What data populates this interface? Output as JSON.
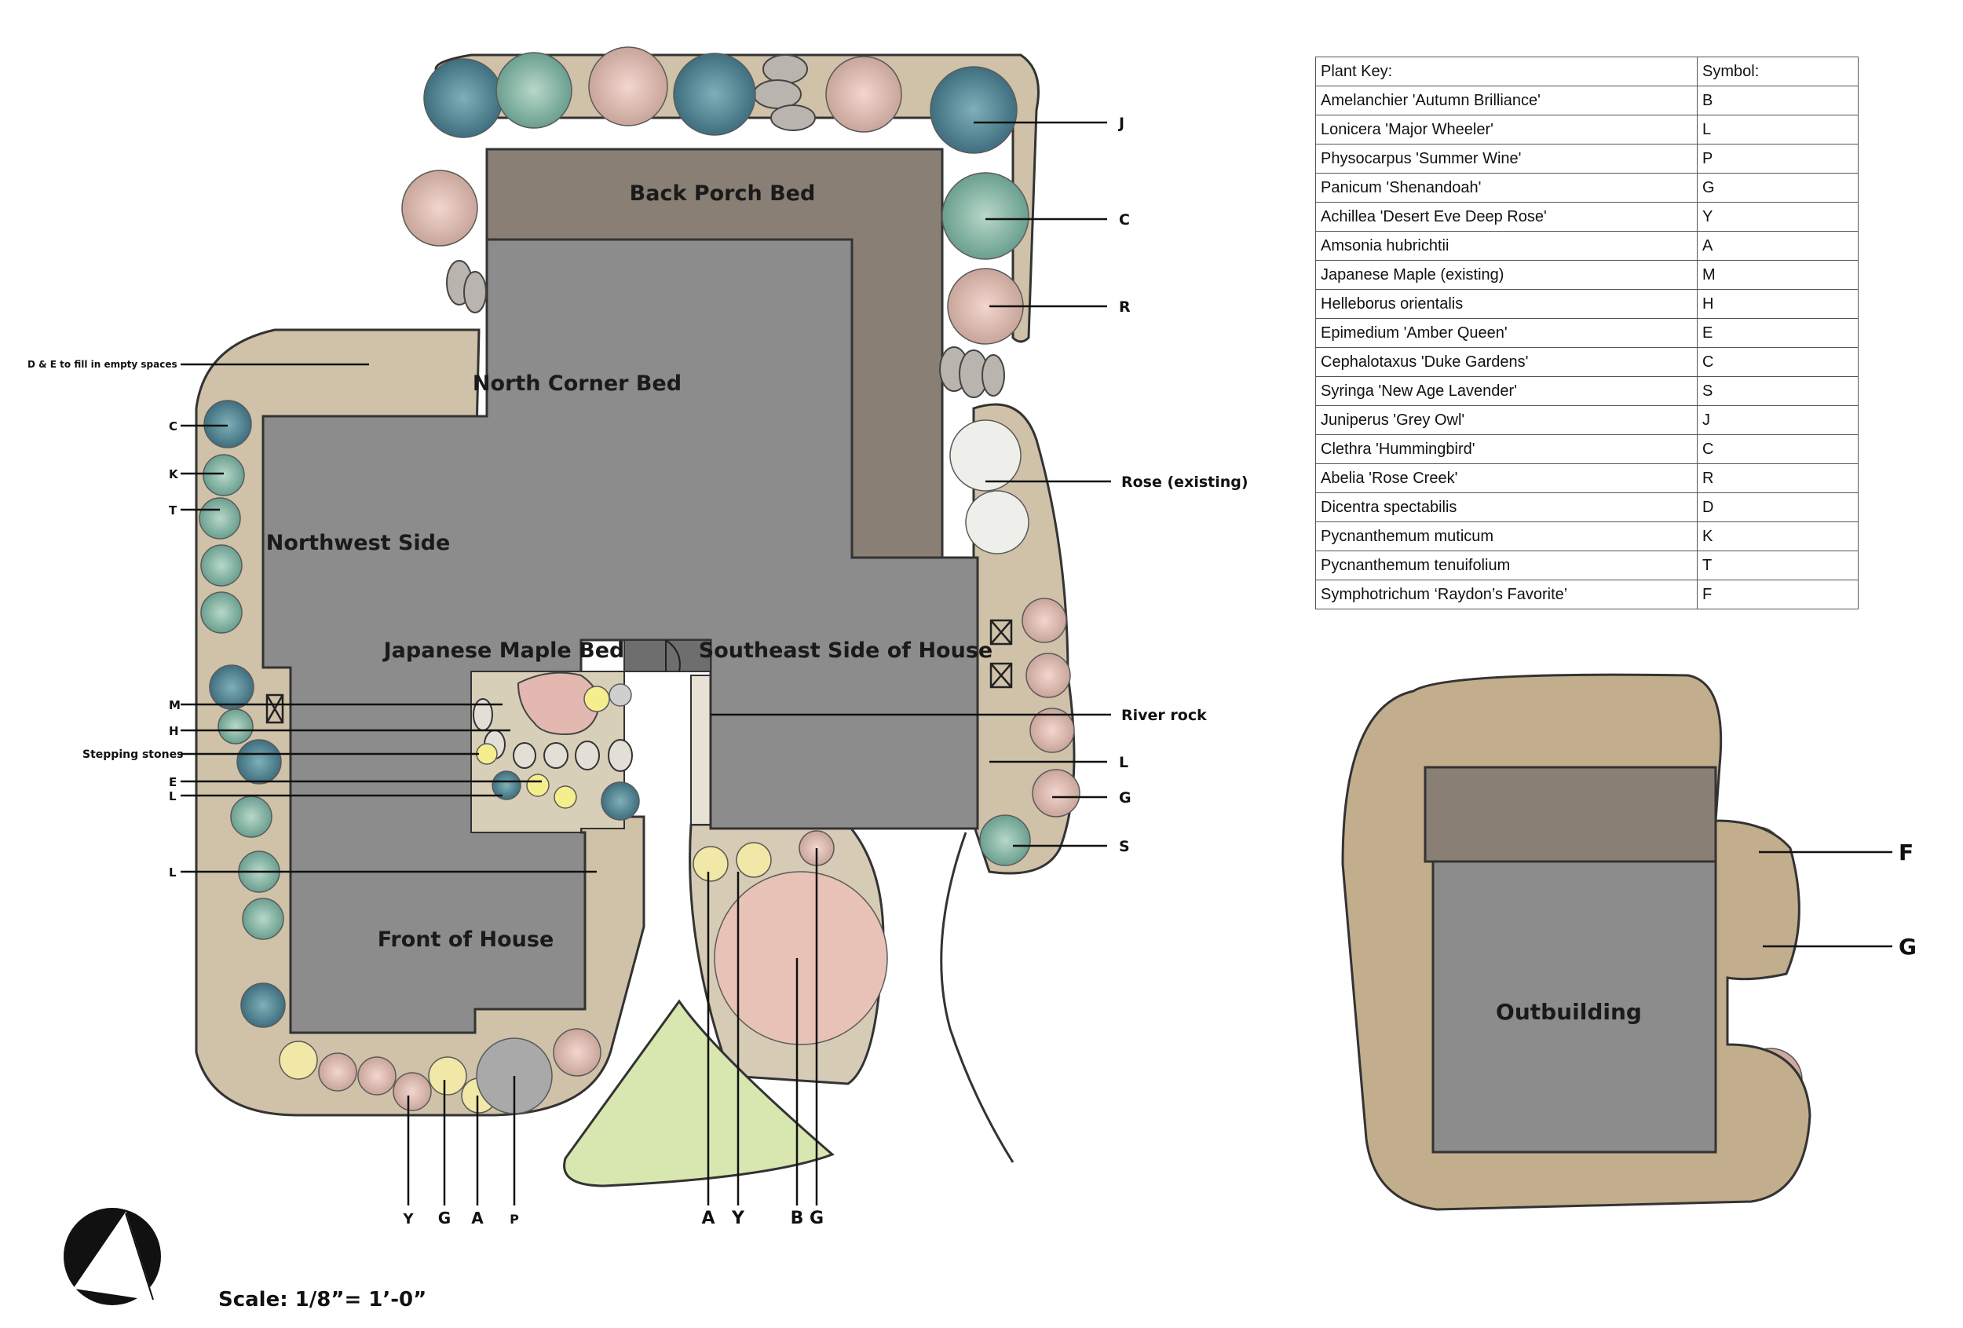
{
  "plan": {
    "areas": {
      "back_porch_bed": "Back Porch Bed",
      "north_corner_bed": "North Corner Bed",
      "northwest_side": "Northwest Side",
      "japanese_maple_bed": "Japanese Maple Bed",
      "southeast_side": "Southeast Side of House",
      "front_of_house": "Front of House",
      "outbuilding": "Outbuilding"
    },
    "callouts": {
      "fill_note": "D & E to fill in empty spaces",
      "left": {
        "c": "C",
        "k": "K",
        "t": "T",
        "m": "M",
        "h": "H",
        "stepping": "Stepping stones",
        "e": "E",
        "l1": "L",
        "l2": "L"
      },
      "right": {
        "j": "J",
        "c": "C",
        "r": "R",
        "rose": "Rose (existing)",
        "river_rock": "River rock",
        "l": "L",
        "g": "G",
        "s": "S"
      },
      "bottom": {
        "y1": "Y",
        "g1": "G",
        "a1": "A",
        "p": "P",
        "a2": "A",
        "y2": "Y",
        "b": "B",
        "g2": "G"
      },
      "outbuilding": {
        "f": "F",
        "g": "G"
      }
    },
    "colors": {
      "house": "#8c8c8c",
      "porch": "#8a7f75",
      "bed": "#cfc2a9",
      "outbuilding_bed": "#c2ad8c",
      "lawn": "#d8e6b0"
    }
  },
  "key": {
    "header_plant": "Plant Key:",
    "header_symbol": "Symbol:",
    "rows": [
      {
        "plant": "Amelanchier 'Autumn Brilliance'",
        "symbol": "B"
      },
      {
        "plant": "Lonicera 'Major Wheeler'",
        "symbol": "L"
      },
      {
        "plant": "Physocarpus 'Summer Wine'",
        "symbol": "P"
      },
      {
        "plant": "Panicum 'Shenandoah'",
        "symbol": "G"
      },
      {
        "plant": "Achillea 'Desert Eve Deep Rose'",
        "symbol": "Y"
      },
      {
        "plant": "Amsonia hubrichtii",
        "symbol": "A"
      },
      {
        "plant": "Japanese Maple (existing)",
        "symbol": "M"
      },
      {
        "plant": "Helleborus orientalis",
        "symbol": "H"
      },
      {
        "plant": "Epimedium 'Amber Queen'",
        "symbol": "E"
      },
      {
        "plant": "Cephalotaxus 'Duke Gardens'",
        "symbol": "C"
      },
      {
        "plant": "Syringa 'New Age Lavender'",
        "symbol": "S"
      },
      {
        "plant": "Juniperus 'Grey Owl'",
        "symbol": "J"
      },
      {
        "plant": "Clethra 'Hummingbird'",
        "symbol": "C"
      },
      {
        "plant": "Abelia 'Rose Creek'",
        "symbol": "R"
      },
      {
        "plant": "Dicentra spectabilis",
        "symbol": "D"
      },
      {
        "plant": "Pycnanthemum muticum",
        "symbol": "K"
      },
      {
        "plant": "Pycnanthemum tenuifolium",
        "symbol": "T"
      },
      {
        "plant": "Symphotrichum ‘Raydon’s Favorite’",
        "symbol": "F"
      }
    ]
  },
  "compass_letter": "N",
  "scale": "Scale: 1/8”= 1’-0”"
}
